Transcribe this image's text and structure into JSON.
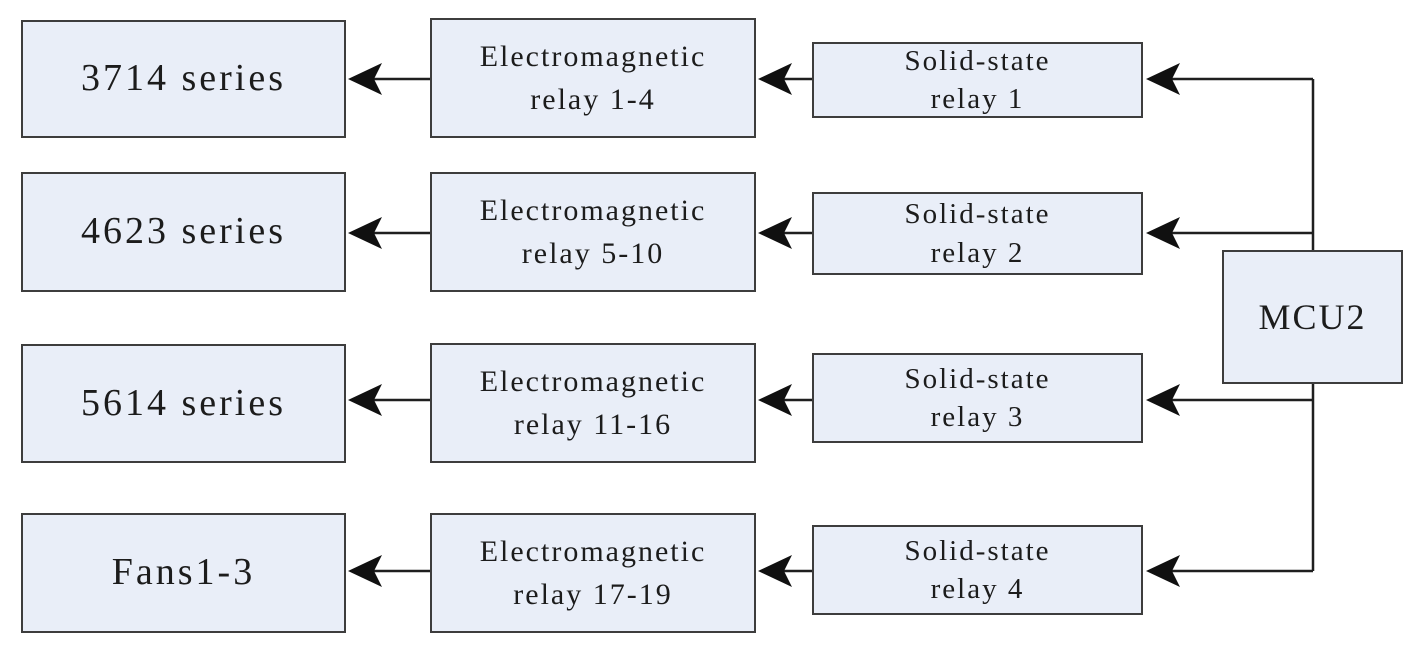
{
  "diagram": {
    "type": "block-diagram",
    "description": "Relay control chain diagram: MCU2 drives four solid-state relays, each driving electromagnetic relay groups that switch output loads",
    "controller": {
      "label": "MCU2"
    },
    "rows": [
      {
        "output": "3714 series",
        "em_line1": "Electromagnetic",
        "em_line2": "relay 1-4",
        "ss_line1": "Solid-state",
        "ss_line2": "relay 1"
      },
      {
        "output": "4623 series",
        "em_line1": "Electromagnetic",
        "em_line2": "relay 5-10",
        "ss_line1": "Solid-state",
        "ss_line2": "relay 2"
      },
      {
        "output": "5614 series",
        "em_line1": "Electromagnetic",
        "em_line2": "relay 11-16",
        "ss_line1": "Solid-state",
        "ss_line2": "relay 3"
      },
      {
        "output": "Fans1-3",
        "em_line1": "Electromagnetic",
        "em_line2": "relay 17-19",
        "ss_line1": "Solid-state",
        "ss_line2": "relay 4"
      }
    ],
    "flow_direction": "right-to-left",
    "colors": {
      "box_fill": "#e9eef8",
      "box_border": "#3d3d3d",
      "line": "#1f1f1f",
      "arrow": "#101010",
      "text": "#1c1c1c",
      "background": "#ffffff"
    }
  }
}
